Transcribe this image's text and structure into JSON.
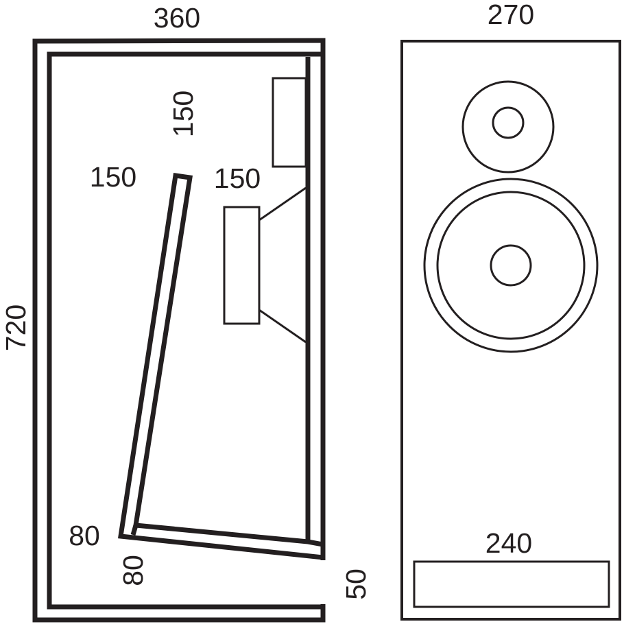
{
  "side_view": {
    "width_label": "360",
    "height_label": "720",
    "labels": {
      "line_top_vertical": "150",
      "line_top_left": "150",
      "line_top_right": "150",
      "line_bottom_left": "80",
      "line_bottom_vertical": "80",
      "port_height": "50"
    }
  },
  "front_view": {
    "width_label": "270",
    "port_width_label": "240"
  },
  "colors": {
    "ink": "#231f20",
    "background": "#ffffff"
  }
}
